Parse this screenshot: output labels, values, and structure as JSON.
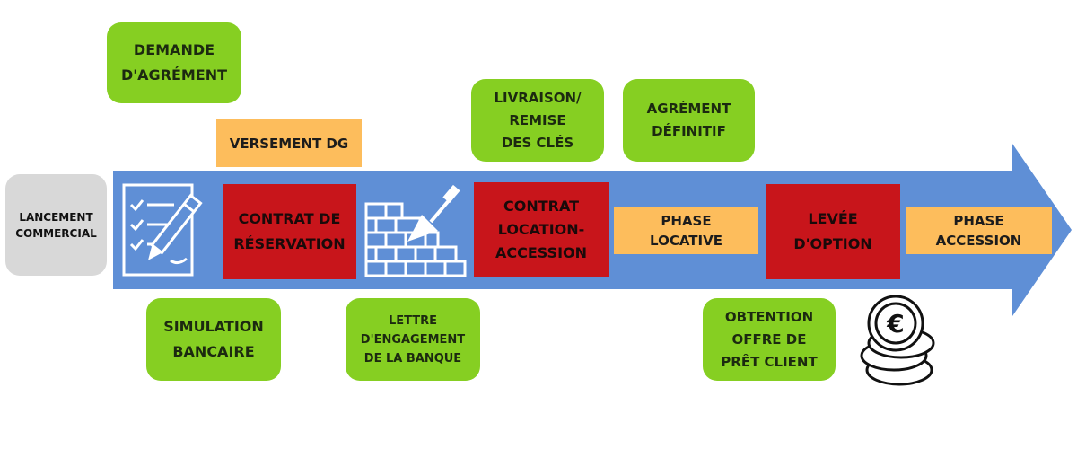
{
  "colors": {
    "arrow": "#5f8fd6",
    "green": "#86cf22",
    "orange": "#fdbd5c",
    "red": "#c8151b",
    "grey": "#d8d8d8"
  },
  "start": "LANCEMENT\nCOMMERCIAL",
  "top": {
    "demande_agrement": "DEMANDE\nD'AGRÉMENT",
    "versement_dg": "VERSEMENT DG",
    "livraison": "LIVRAISON/\nREMISE\nDES CLÉS",
    "agrement_definitif": "AGRÉMENT\nDÉFINITIF"
  },
  "timeline": {
    "contrat_reservation": "CONTRAT DE\nRÉSERVATION",
    "contrat_location": "CONTRAT\nLOCATION-\nACCESSION",
    "phase_locative": "PHASE\nLOCATIVE",
    "levee_option": "LEVÉE\nD'OPTION",
    "phase_accession": "PHASE\nACCESSION"
  },
  "bottom": {
    "simulation": "SIMULATION\nBANCAIRE",
    "lettre": "LETTRE\nD'ENGAGEMENT\nDE LA BANQUE",
    "obtention": "OBTENTION\nOFFRE DE\nPRÊT CLIENT"
  },
  "icons": [
    "contract-pen-icon",
    "brick-wall-trowel-icon",
    "euro-coins-icon"
  ]
}
